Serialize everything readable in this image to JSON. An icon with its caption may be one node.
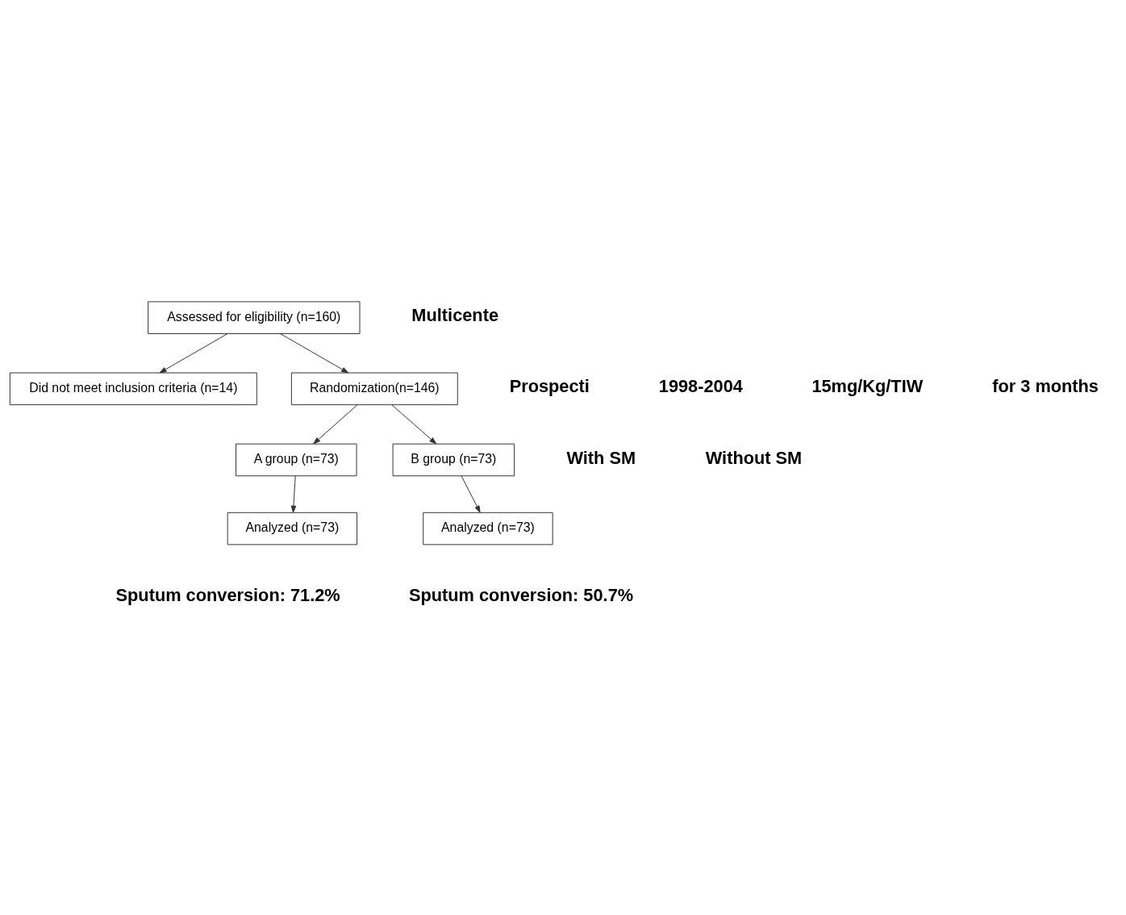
{
  "diagram": {
    "nodes": [
      {
        "text": [
          "Assessed for eligibility (n=160)"
        ]
      },
      {
        "text": [
          "Did not meet inclusion criteria (n=14)"
        ]
      },
      {
        "text": [
          "Randomization(n=146)"
        ]
      },
      {
        "text": [
          "A group (n=73)"
        ]
      },
      {
        "text": [
          "B group (n=73)"
        ]
      },
      {
        "text": [
          "Analyzed (n=73)"
        ]
      },
      {
        "text": [
          "Analyzed (n=73)"
        ]
      }
    ],
    "edges": [
      {
        "from": 0,
        "to": 1,
        "arrow": "to"
      },
      {
        "from": 0,
        "to": 2,
        "arrow": "to"
      },
      {
        "from": 2,
        "to": 3,
        "arrow": "to"
      },
      {
        "from": 2,
        "to": 4,
        "arrow": "to"
      },
      {
        "from": 3,
        "to": 5,
        "arrow": "to"
      },
      {
        "from": 4,
        "to": 6,
        "arrow": "to"
      }
    ],
    "labels": [
      "Multicente",
      "Prospecti",
      "1998-2004",
      "15mg/Kg/TIW",
      "for 3 months",
      "With SM",
      "Without SM",
      "Sputum conversion: 71.2%",
      "Sputum conversion: 50.7%"
    ]
  }
}
